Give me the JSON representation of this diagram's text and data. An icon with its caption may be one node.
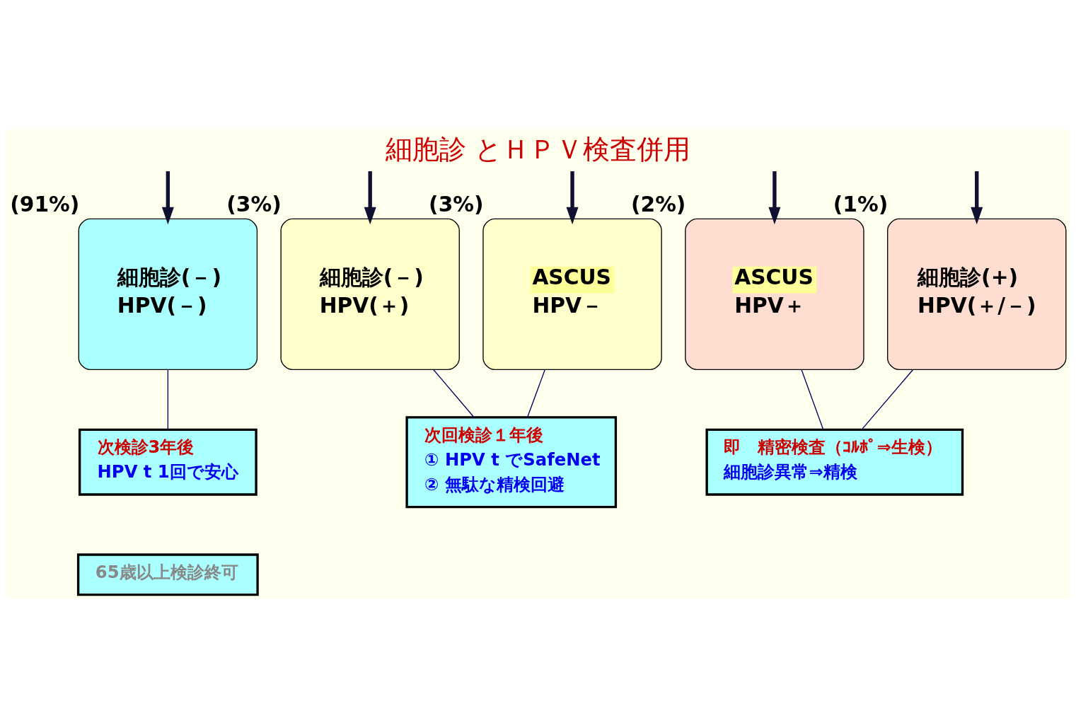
{
  "diagram": {
    "title": "細胞診 とＨＰＶ検査併用",
    "nodes": [
      {
        "text": [
          "細胞診(－)",
          "HPV(－)"
        ],
        "beside": [
          "(91%)"
        ]
      },
      {
        "text": [
          "細胞診(－)",
          "HPV(＋)"
        ],
        "beside": [
          "(3%)"
        ]
      },
      {
        "text": [
          "ASCUS",
          "HPV－"
        ],
        "beside": [
          "(3%)"
        ]
      },
      {
        "text": [
          "ASCUS",
          "HPV＋"
        ],
        "beside": [
          "(2%)"
        ]
      },
      {
        "text": [
          "細胞診(+)",
          "HPV(＋/－)"
        ],
        "beside": [
          "(1%)"
        ]
      },
      {
        "text": [
          "次検診3年後",
          "HPV t 1回で安心"
        ]
      },
      {
        "text": [
          "65歳以上検診終可"
        ]
      },
      {
        "text": [
          "次回検診１年後",
          "① HPV t でSafeNet",
          "② 無駄な精検回避"
        ]
      },
      {
        "text": [
          "即　精密検査（ｺﾙﾎﾟ⇒生検）",
          "細胞診異常⇒精検"
        ]
      }
    ],
    "edges": [
      {
        "from": null,
        "to": 0,
        "arrow": "to",
        "style": "thick"
      },
      {
        "from": null,
        "to": 1,
        "arrow": "to",
        "style": "thick"
      },
      {
        "from": null,
        "to": 2,
        "arrow": "to",
        "style": "thick"
      },
      {
        "from": null,
        "to": 3,
        "arrow": "to",
        "style": "thick"
      },
      {
        "from": null,
        "to": 4,
        "arrow": "to",
        "style": "thick"
      },
      {
        "from": 0,
        "to": 5,
        "arrow": "none"
      },
      {
        "from": 1,
        "to": 7,
        "arrow": "none"
      },
      {
        "from": 2,
        "to": 7,
        "arrow": "none"
      },
      {
        "from": 3,
        "to": 8,
        "arrow": "none"
      },
      {
        "from": 4,
        "to": 8,
        "arrow": "none"
      }
    ]
  }
}
